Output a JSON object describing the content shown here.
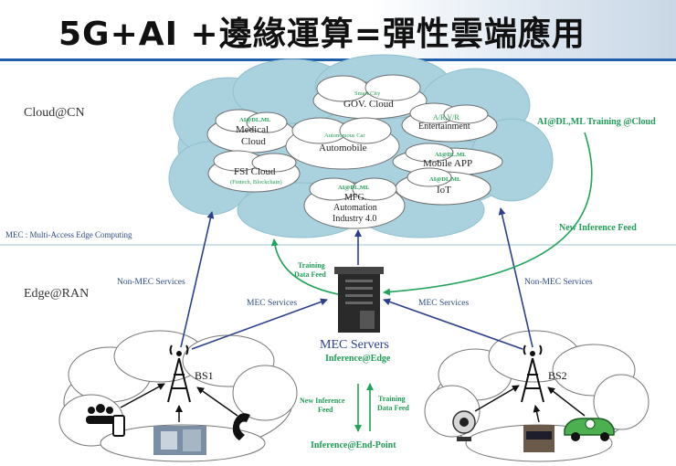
{
  "title": "5G+AI +邊緣運算=彈性雲端應用",
  "zones": {
    "cloud": "Cloud@CN",
    "edge": "Edge@RAN",
    "mec_note": "MEC : Multi-Access Edge Computing"
  },
  "cloud_nodes": {
    "smart_city": "Smart City",
    "gov_cloud": "GOV. Cloud",
    "medical_tag": "AI@DL,ML",
    "medical_1": "Medical",
    "medical_2": "Cloud",
    "auto_tag": "Autonomous Car",
    "automobile": "Automobile",
    "ent_tag": "A/R,V/R",
    "entertainment": "Entertainment",
    "mobile_tag": "AI@DL,ML",
    "mobile_app": "Mobile APP",
    "fsi": "FSI Cloud",
    "fsi_tag": "(Fintech, Blockchain)",
    "iot_tag": "AI@DL,ML",
    "iot": "IoT",
    "mfg_tag": "AI@DL,ML",
    "mfg_1": "MFG.",
    "mfg_2": "Automation",
    "mfg_3": "Industry 4.0"
  },
  "flows": {
    "ai_training": "AI@DL,ML Training @Cloud",
    "new_inference": "New Inference Feed",
    "training_feed_1": "Training",
    "training_feed_2": "Data Feed",
    "non_mec_left": "Non-MEC Services",
    "non_mec_right": "Non-MEC Services",
    "mec_left": "MEC Services",
    "mec_right": "MEC Services",
    "mec_servers": "MEC Servers",
    "inference_edge": "Inference@Edge",
    "new_inf_bottom_1": "New Inference",
    "new_inf_bottom_2": "Feed",
    "train_bottom_1": "Training",
    "train_bottom_2": "Data Feed",
    "inference_endpoint": "Inference@End-Point"
  },
  "stations": {
    "bs1": "BS1",
    "bs2": "BS2"
  },
  "colors": {
    "cloud_fill": "#a9d2de",
    "arrow_blue": "#2b3f8c",
    "arrow_green": "#22a35a",
    "header_rule": "#1f5ea8"
  }
}
